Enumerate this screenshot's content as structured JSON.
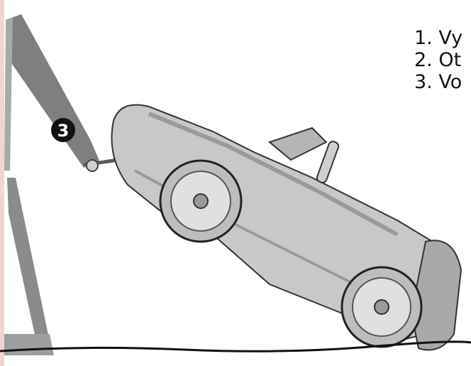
{
  "steps": [
    {
      "label": "1. Vy"
    },
    {
      "label": "2. Ot"
    },
    {
      "label": "3. Vo"
    }
  ],
  "callout": {
    "number": "3"
  },
  "colors": {
    "strap": "#7f7f7f",
    "car_body": "#c8c8c8",
    "car_shadow": "#9a9a9a",
    "outline": "#333333",
    "marker_bg": "#111111",
    "marker_text": "#ffffff"
  },
  "icons": [
    "tow-strap",
    "callout-marker",
    "ride-on-car",
    "wheel",
    "ground-line"
  ]
}
